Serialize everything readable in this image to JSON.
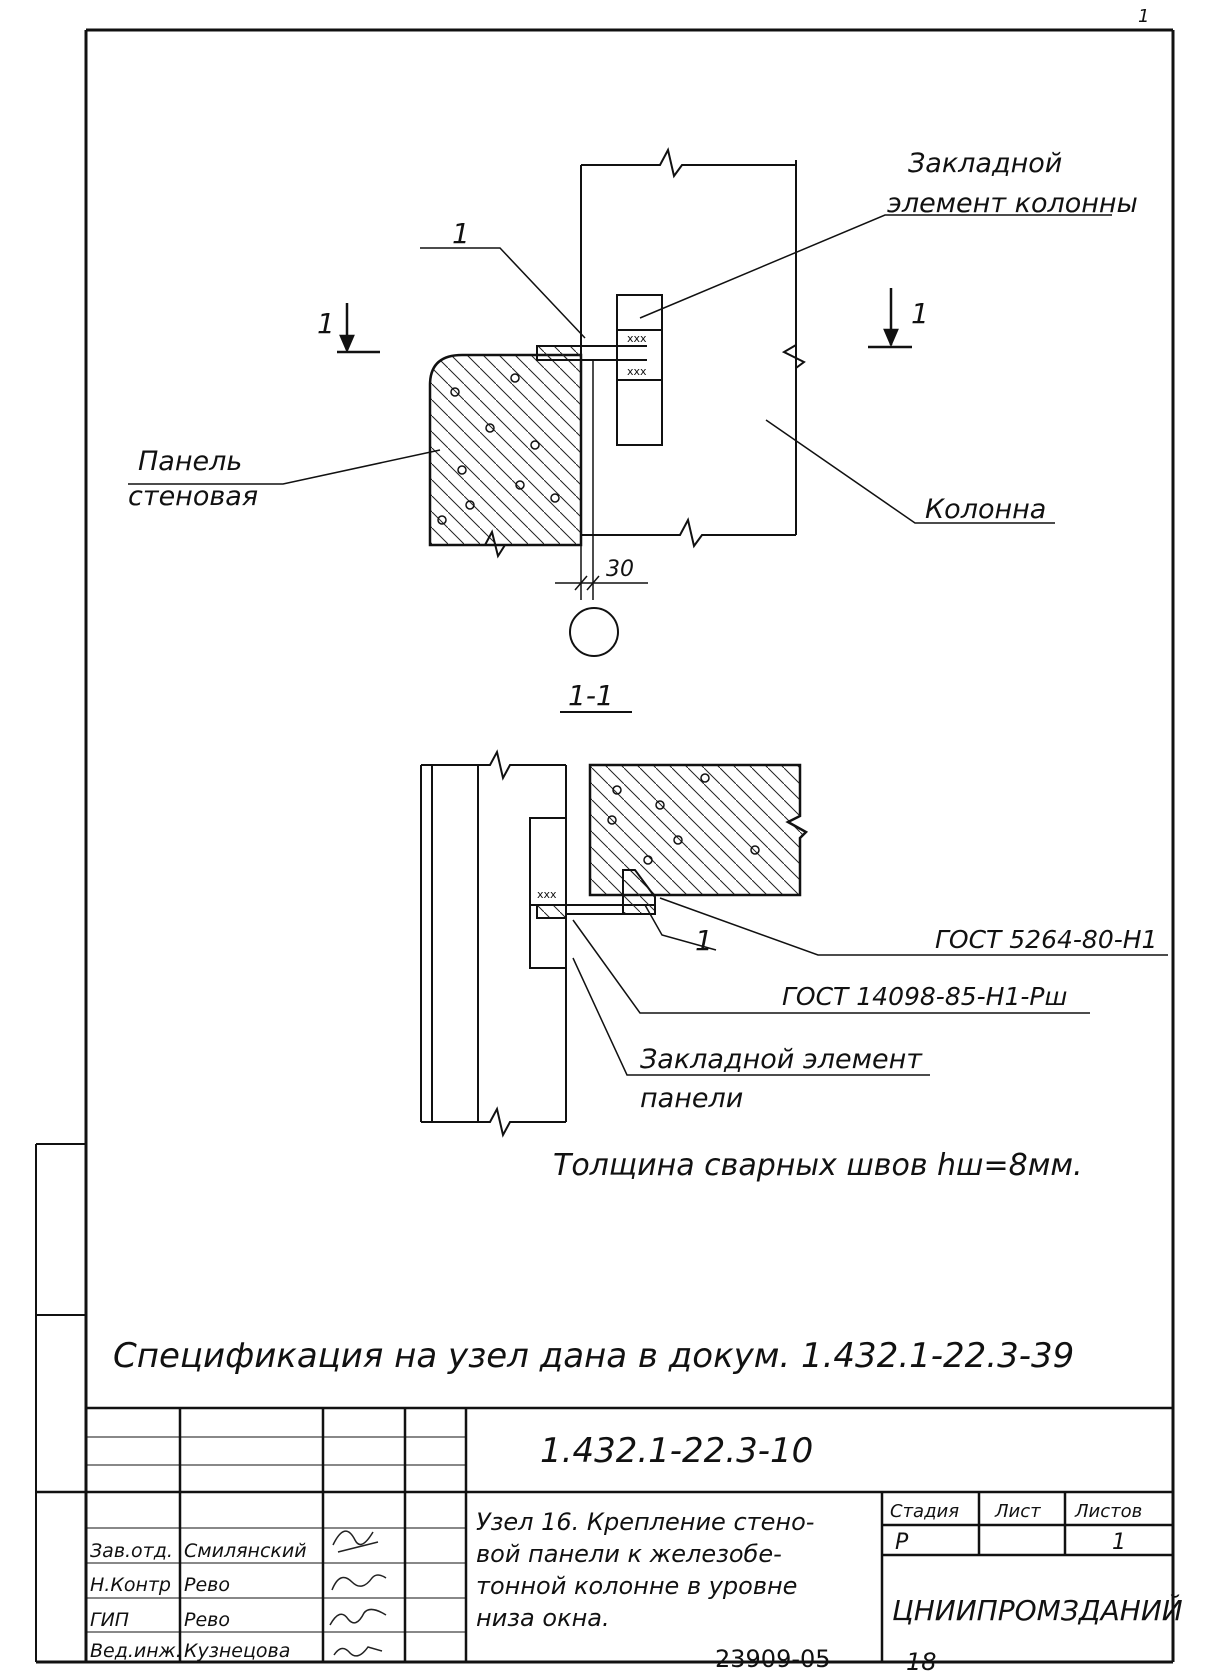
{
  "corner_mark": "1",
  "plan": {
    "mark": "1",
    "section_left": "1",
    "section_right": "1",
    "embed_label_1": "Закладной",
    "embed_label_2": "элемент колонны",
    "panel_label_1": "Панель",
    "panel_label_2": "стеновая",
    "column_label": "Колонна",
    "dimension": "30"
  },
  "section": {
    "title": "1-1",
    "mark": "1",
    "gost_1": "ГОСТ 5264-80-Н1",
    "gost_2": "ГОСТ 14098-85-Н1-Рш",
    "embed_label_1": "Закладной элемент",
    "embed_label_2": "панели"
  },
  "notes": {
    "weld": "Толщина сварных швов hш=8мм.",
    "spec": "Спецификация на узел дана в докум. 1.432.1-22.3-39"
  },
  "title_block": {
    "doc_code": "1.432.1-22.3-10",
    "title_lines": [
      "Узел 16. Крепление стено-",
      "вой панели к железобе-",
      "тонной колонне в уровне",
      "низа окна."
    ],
    "headers": {
      "stage": "Стадия",
      "sheet": "Лист",
      "sheets": "Листов"
    },
    "stage": "Р",
    "sheets": "1",
    "org": "ЦНИИПРОМЗДАНИЙ",
    "signers": [
      {
        "role": "Зав.отд.",
        "name": "Смилянский"
      },
      {
        "role": "Н.Контр",
        "name": "Рево"
      },
      {
        "role": "ГИП",
        "name": "Рево"
      },
      {
        "role": "Вед.инж.",
        "name": "Кузнецова"
      }
    ]
  },
  "footer": {
    "archive": "23909-05",
    "page": "18"
  }
}
